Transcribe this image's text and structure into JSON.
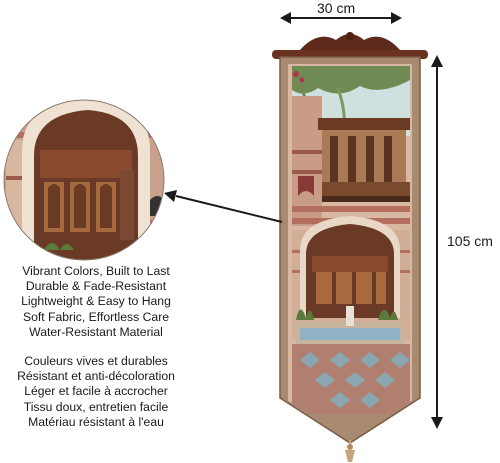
{
  "dimensions": {
    "width_label": "30 cm",
    "height_label": "105 cm"
  },
  "features_en": [
    "Vibrant Colors, Built to Last",
    "Durable & Fade-Resistant",
    "Lightweight & Easy to Hang",
    "Soft Fabric, Effortless Care",
    "Water-Resistant Material"
  ],
  "features_fr": [
    "Couleurs vives et durables",
    "Résistant et anti-décoloration",
    "Léger et facile à accrocher",
    "Tissu doux, entretien facile",
    "Matériau résistant à l'eau"
  ],
  "colors": {
    "background": "#ffffff",
    "text": "#1a1a1a",
    "arrow": "#1a1a1a",
    "hanger_wood": "#6b3222",
    "tapestry_border": "#b89a82",
    "arch_stone": "#c99e86",
    "sky": "#cfe0de",
    "fountain_water": "#8fb3c4",
    "tassel": "#c9a27a"
  },
  "icons": [
    "width-dimension-arrow-icon",
    "height-dimension-arrow-icon",
    "pointer-arrow-icon"
  ]
}
